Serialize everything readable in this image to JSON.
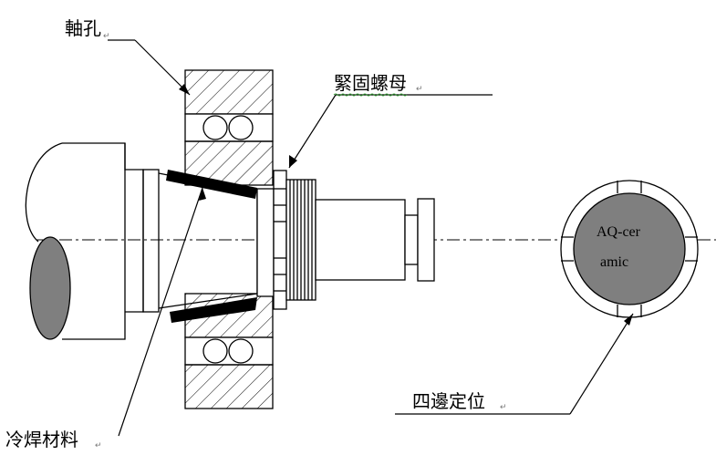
{
  "labels": {
    "shaft_hole": "軸孔",
    "lock_nut": "緊固螺母",
    "cold_weld_material": "冷焊材料",
    "four_side_positioning": "四邊定位"
  },
  "ring_text": {
    "line1": "AQ-cer",
    "line2": "amic"
  },
  "paragraph_mark": "↵",
  "colors": {
    "stroke": "#000000",
    "ring_fill": "#7f7f7f",
    "background": "#ffffff",
    "weld_material": "#000000"
  }
}
